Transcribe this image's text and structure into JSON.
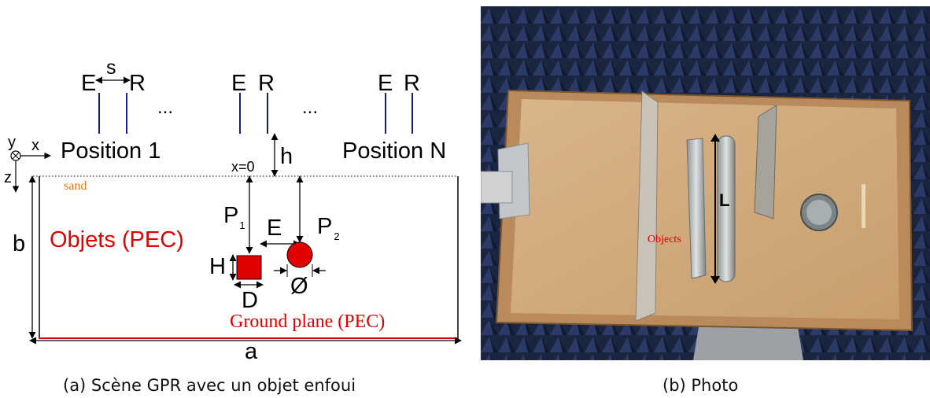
{
  "diagram": {
    "positions": [
      {
        "emitter": "E",
        "receiver": "R",
        "label": "Position 1",
        "spacing": "s"
      },
      {
        "emitter": "E",
        "receiver": "R"
      },
      {
        "emitter": "E",
        "receiver": "R",
        "label": "Position N"
      }
    ],
    "ellipsis": "...",
    "axes": {
      "y": "y",
      "x": "x",
      "z": "z"
    },
    "x0_label": "x=0",
    "height_label": "h",
    "sand_label": "sand",
    "objects_label": "Objets (PEC)",
    "ground_label": "Ground plane (PEC)",
    "width_label": "a",
    "depth_label": "b",
    "p1": {
      "letter": "P",
      "sub": "1"
    },
    "p2": {
      "letter": "P",
      "sub": "2"
    },
    "gap_label": "E",
    "square": {
      "height_label": "H",
      "width_label": "D"
    },
    "circle": {
      "diameter_label": "Ø"
    },
    "colors": {
      "object": "#e00000",
      "antenna": "#1a1a8c",
      "sand_text": "#e07b1a",
      "ground": "#e00000"
    }
  },
  "photo": {
    "length_label": "L",
    "objects_label": "Objects"
  },
  "captions": {
    "a": "(a) Scène GPR avec un objet enfoui",
    "b": "(b) Photo"
  }
}
